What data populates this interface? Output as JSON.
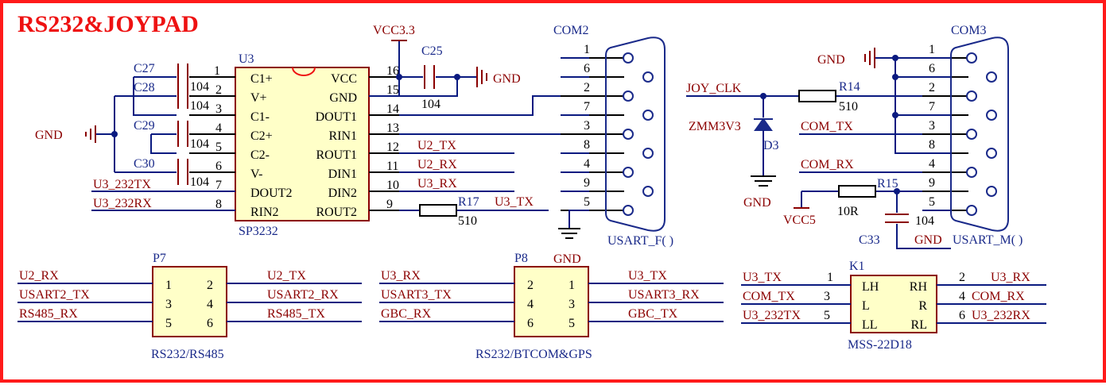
{
  "title": "RS232&JOYPAD",
  "colors": {
    "border": "#ff1a1a",
    "title": "#ee1111",
    "wire": "#0a1a80",
    "component": "#8b0000",
    "text": "#000000",
    "label": "#1a2a8a",
    "fill": "#ffffc8"
  },
  "u3": {
    "ref": "U3",
    "part": "SP3232",
    "left_pins": [
      "C1+",
      "V+",
      "C1-",
      "C2+",
      "C2-",
      "V-",
      "DOUT2",
      "RIN2"
    ],
    "left_nums": [
      "1",
      "2",
      "3",
      "4",
      "5",
      "6",
      "7",
      "8"
    ],
    "right_pins": [
      "VCC",
      "GND",
      "DOUT1",
      "RIN1",
      "ROUT1",
      "DIN1",
      "DIN2",
      "ROUT2"
    ],
    "right_nums": [
      "16",
      "15",
      "14",
      "13",
      "12",
      "11",
      "10",
      "9"
    ]
  },
  "caps": {
    "c27": "C27",
    "c28": "C28",
    "c29": "C29",
    "c30": "C30",
    "c25": "C25",
    "c33": "C33",
    "v2": "104",
    "v3": "104",
    "v5": "104",
    "v6": "104",
    "c25v": "104",
    "c33v": "104"
  },
  "nets": {
    "gnd": "GND",
    "vcc33": "VCC3.3",
    "vcc5": "VCC5",
    "u3_232tx": "U3_232TX",
    "u3_232rx": "U3_232RX",
    "u2tx": "U2_TX",
    "u2rx": "U2_RX",
    "u3rx": "U3_RX",
    "u3tx": "U3_TX",
    "joyclk": "JOY_CLK",
    "comtx": "COM_TX",
    "comrx": "COM_RX"
  },
  "res": {
    "r17": "R17",
    "r17v": "510",
    "r14": "R14",
    "r14v": "510",
    "r15": "R15",
    "r15v": "10R"
  },
  "d3": {
    "ref": "D3",
    "part": "ZMM3V3"
  },
  "com2": {
    "ref": "COM2",
    "label": "USART_F(       )",
    "pins": [
      "1",
      "6",
      "2",
      "7",
      "3",
      "8",
      "4",
      "9",
      "5"
    ]
  },
  "com3": {
    "ref": "COM3",
    "label": "USART_M(       )",
    "pins": [
      "1",
      "6",
      "2",
      "7",
      "3",
      "8",
      "4",
      "9",
      "5"
    ]
  },
  "p7": {
    "ref": "P7",
    "name": "RS232/RS485",
    "left_nets": [
      "U2_RX",
      "USART2_TX",
      "RS485_RX"
    ],
    "right_nets": [
      "U2_TX",
      "USART2_RX",
      "RS485_TX"
    ],
    "left_pins": [
      "1",
      "3",
      "5"
    ],
    "right_pins": [
      "2",
      "4",
      "6"
    ]
  },
  "p8": {
    "ref": "P8",
    "name": "RS232/BTCOM&GPS",
    "left_nets": [
      "U3_RX",
      "USART3_TX",
      "GBC_RX"
    ],
    "right_nets": [
      "U3_TX",
      "USART3_RX",
      "GBC_TX"
    ],
    "left_pins": [
      "2",
      "4",
      "6"
    ],
    "right_pins": [
      "1",
      "3",
      "5"
    ]
  },
  "k1": {
    "ref": "K1",
    "part": "MSS-22D18",
    "inner_left": [
      "LH",
      "L",
      "LL"
    ],
    "inner_right": [
      "RH",
      "R",
      "RL"
    ],
    "left_nets": [
      "U3_TX",
      "COM_TX",
      "U3_232TX"
    ],
    "left_pins": [
      "1",
      "3",
      "5"
    ],
    "right_nets": [
      "U3_RX",
      "COM_RX",
      "U3_232RX"
    ],
    "right_pins": [
      "2",
      "4",
      "6"
    ]
  }
}
